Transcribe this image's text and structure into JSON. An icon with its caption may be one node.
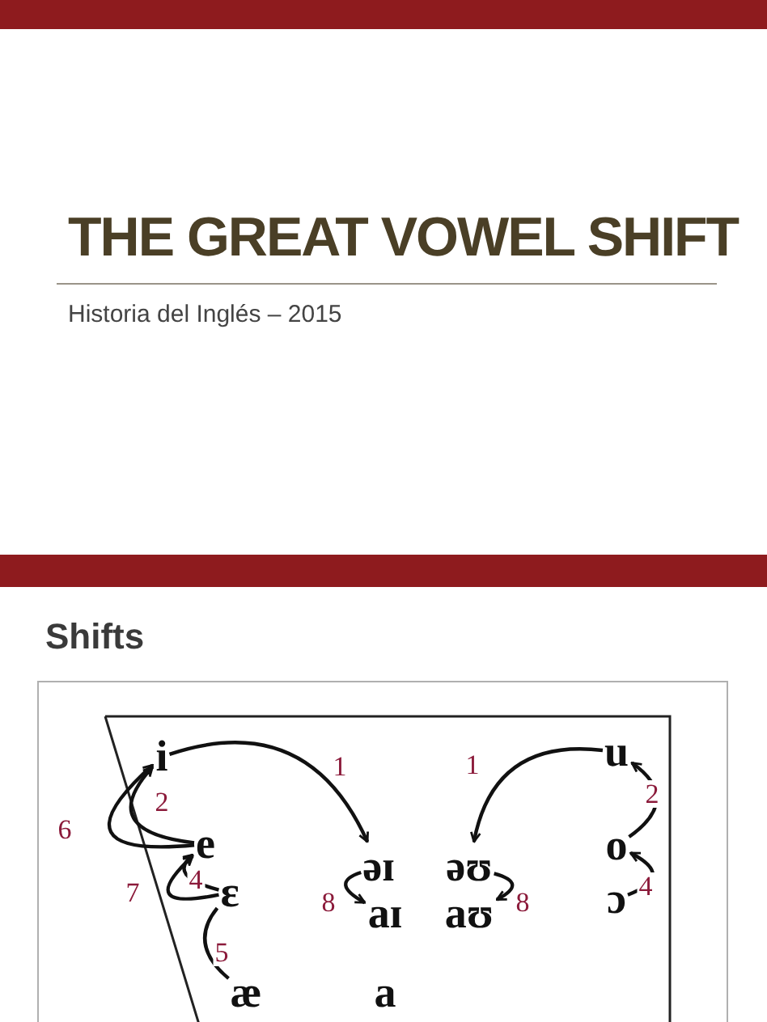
{
  "diagram": {
    "title": "THE GREAT VOWEL SHIFT",
    "nodes": [
      {
        "text": [
          "i"
        ]
      },
      {
        "text": [
          "e"
        ]
      },
      {
        "text": [
          "ɛ"
        ]
      },
      {
        "text": [
          "æ"
        ]
      },
      {
        "text": [
          "əɪ"
        ]
      },
      {
        "text": [
          "aɪ"
        ]
      },
      {
        "text": [
          "əʊ"
        ]
      },
      {
        "text": [
          "aʊ"
        ]
      },
      {
        "text": [
          "u"
        ]
      },
      {
        "text": [
          "o"
        ]
      },
      {
        "text": [
          "ɔ"
        ]
      }
    ],
    "edges": [
      {
        "from": 0,
        "to": 4,
        "arrow": "to",
        "label": "1"
      },
      {
        "from": 8,
        "to": 6,
        "arrow": "to",
        "label": "1"
      },
      {
        "from": 1,
        "to": 0,
        "arrow": "to",
        "label": "2"
      },
      {
        "from": 9,
        "to": 8,
        "arrow": "to",
        "label": "2"
      },
      {
        "from": 2,
        "to": 1,
        "arrow": "to",
        "label": "4"
      },
      {
        "from": 10,
        "to": 9,
        "arrow": "to",
        "label": "4"
      },
      {
        "from": 3,
        "to": 2,
        "arrow": "none",
        "label": "5"
      },
      {
        "from": 1,
        "to": 0,
        "arrow": "to",
        "label": "6"
      },
      {
        "from": 2,
        "to": 1,
        "arrow": "to",
        "label": "7"
      },
      {
        "from": 4,
        "to": 5,
        "arrow": "to",
        "label": "8"
      },
      {
        "from": 6,
        "to": 7,
        "arrow": "to",
        "label": "8"
      }
    ],
    "labels": [
      "Historia del Inglés – 2015",
      "Shifts",
      "a"
    ]
  }
}
